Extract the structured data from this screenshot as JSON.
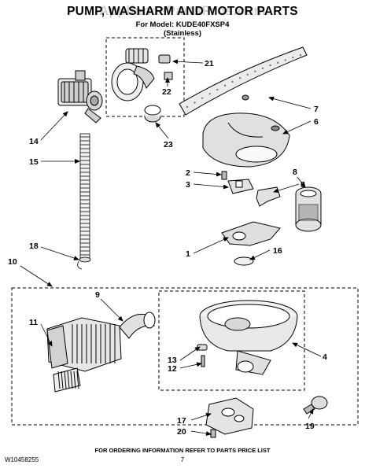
{
  "header": {
    "title": "PUMP, WASHARM AND MOTOR PARTS",
    "watermark": "AppliancePartsPros.com",
    "model_line": "For Model: KUDE40FXSP4",
    "material": "(Stainless)"
  },
  "callouts": {
    "c1": "1",
    "c2": "2",
    "c3": "3",
    "c4": "4",
    "c5": "5",
    "c6": "6",
    "c7": "7",
    "c8": "8",
    "c9": "9",
    "c10": "10",
    "c11": "11",
    "c12": "12",
    "c13": "13",
    "c14": "14",
    "c15": "15",
    "c16": "16",
    "c17": "17",
    "c18": "18",
    "c19": "19",
    "c20": "20",
    "c21": "21",
    "c22": "22",
    "c23": "23"
  },
  "footer": {
    "doc_id": "W10458255",
    "note": "FOR ORDERING INFORMATION REFER TO PARTS PRICE LIST",
    "page": "7"
  }
}
